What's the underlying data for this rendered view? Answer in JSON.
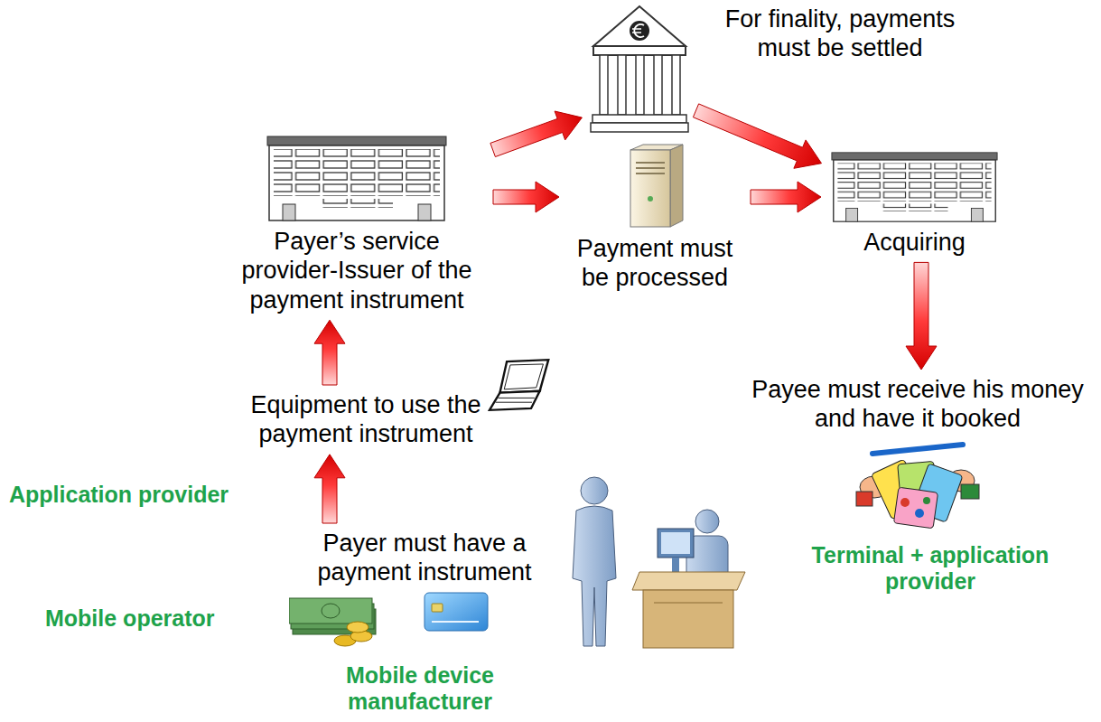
{
  "diagram": {
    "nodes": [
      {
        "text": [
          "For finality, payments must be settled"
        ]
      },
      {
        "text": [
          "Payer’s service provider-Issuer of the payment instrument"
        ]
      },
      {
        "text": [
          "Payment must be processed"
        ]
      },
      {
        "text": [
          "Acquiring"
        ]
      },
      {
        "text": [
          "Equipment to use the payment instrument"
        ]
      },
      {
        "text": [
          "Payee must receive his money and have it booked"
        ]
      },
      {
        "text": [
          "Payer must have a payment instrument"
        ]
      }
    ],
    "edges": [
      {
        "from": 6,
        "to": 4,
        "arrow": "to"
      },
      {
        "from": 4,
        "to": 1,
        "arrow": "to"
      },
      {
        "from": 1,
        "to": 0,
        "arrow": "to"
      },
      {
        "from": 1,
        "to": 2,
        "arrow": "to"
      },
      {
        "from": 0,
        "to": 3,
        "arrow": "to"
      },
      {
        "from": 2,
        "to": 3,
        "arrow": "to"
      },
      {
        "from": 3,
        "to": 5,
        "arrow": "to"
      }
    ],
    "labels": [
      "Application provider",
      "Mobile operator",
      "Mobile device manufacturer",
      "Terminal + application provider"
    ]
  }
}
